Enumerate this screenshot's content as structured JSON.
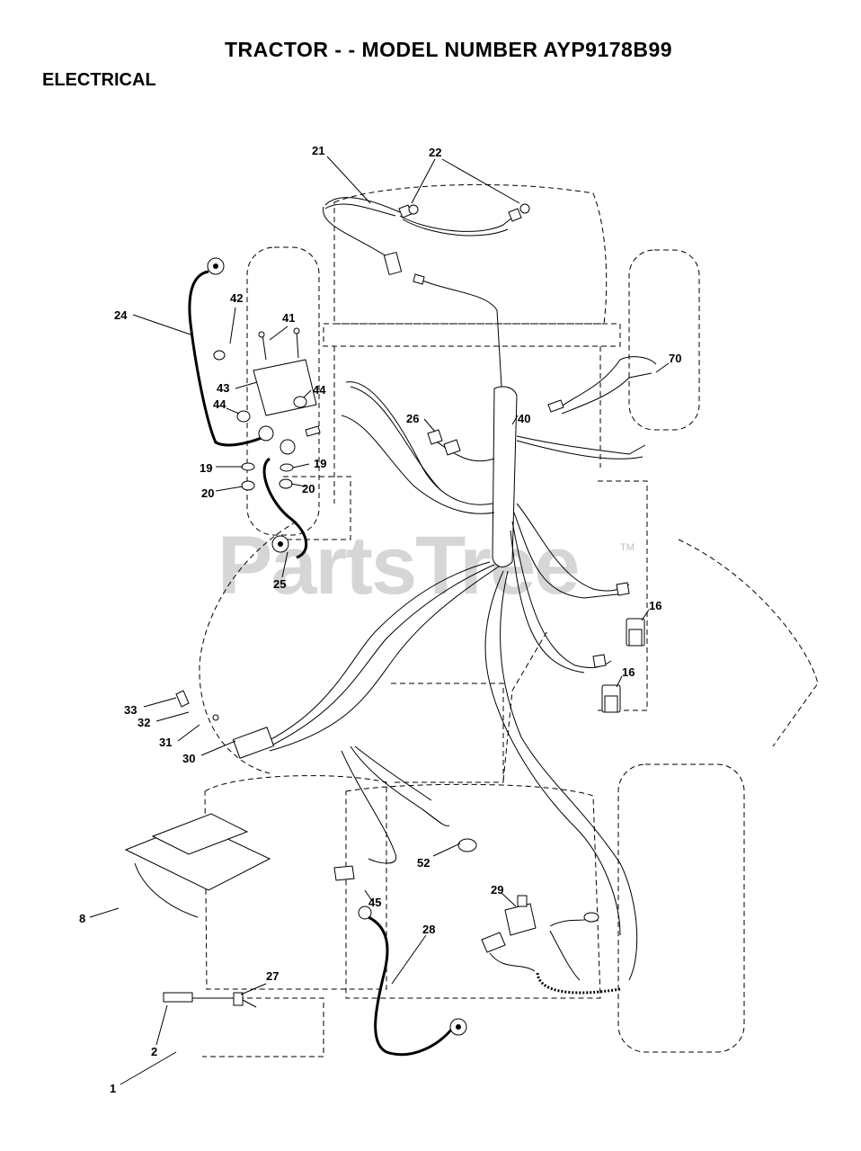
{
  "header": {
    "title": "TRACTOR - - MODEL NUMBER AYP9178B99",
    "section": "ELECTRICAL"
  },
  "watermark": {
    "text": "PartsTree",
    "trademark": "TM"
  },
  "callouts": {
    "c21": "21",
    "c22": "22",
    "c24": "24",
    "c42": "42",
    "c41": "41",
    "c43": "43",
    "c44a": "44",
    "c44b": "44",
    "c19a": "19",
    "c19b": "19",
    "c20a": "20",
    "c20b": "20",
    "c25": "25",
    "c26": "26",
    "c40": "40",
    "c70": "70",
    "c16a": "16",
    "c16b": "16",
    "c33": "33",
    "c32": "32",
    "c31": "31",
    "c30": "30",
    "c52": "52",
    "c45": "45",
    "c29": "29",
    "c28": "28",
    "c8": "8",
    "c27": "27",
    "c2": "2",
    "c1": "1"
  }
}
